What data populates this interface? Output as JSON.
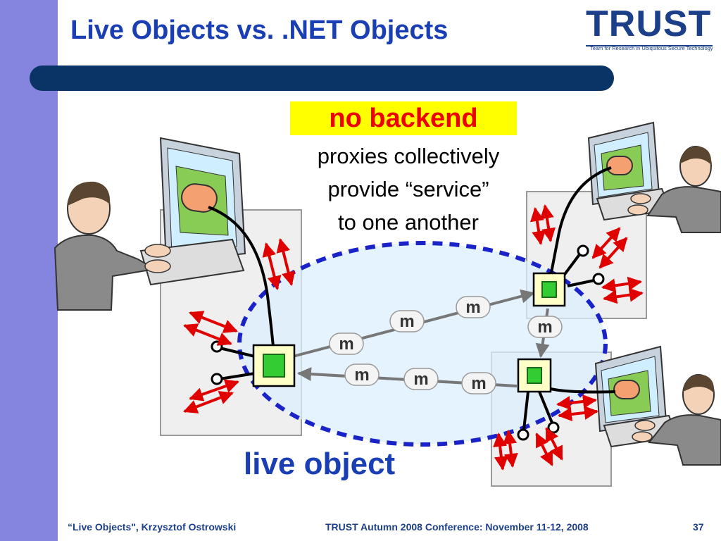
{
  "slide": {
    "title": "Live Objects vs. .NET Objects",
    "callout": "no backend",
    "caption_lines": [
      "proxies collectively",
      "provide “service”",
      "to one another"
    ],
    "label": "live object",
    "message_label": "m",
    "logo": {
      "word": "TRUST",
      "tagline": "Team for Research in Ubiquitous Secure Technology"
    }
  },
  "footer": {
    "left": "“Live Objects\", Krzysztof Ostrowski",
    "center": "TRUST Autumn 2008 Conference: November 11-12, 2008",
    "page": "37"
  },
  "colors": {
    "sidebar": "#8585e0",
    "title": "#1a3fb5",
    "title_bar": "#0a3466",
    "callout_bg": "#ffff00",
    "callout_text": "#ee0000",
    "dashed_boundary": "#1a23c8",
    "arrow_red": "#e00000",
    "proxy_fill": "#33cc33"
  }
}
